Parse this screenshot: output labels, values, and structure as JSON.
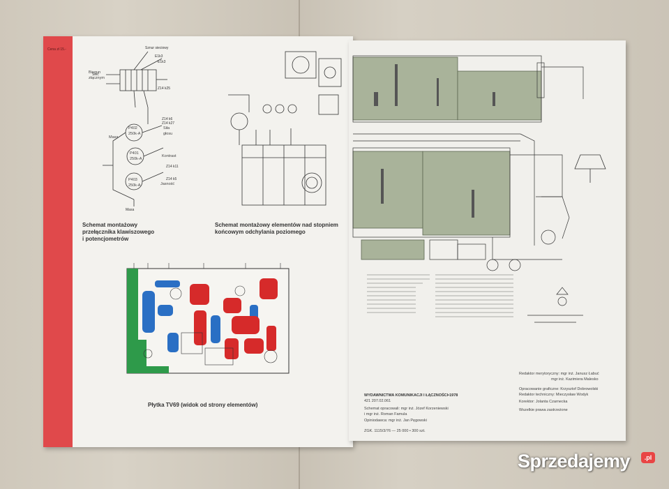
{
  "left_page": {
    "corner_text": "Cena\nzł 15.-",
    "caption_switch": "Schemat montażowy\nprzełącznika klawiszowego\ni potencjometrów",
    "caption_deflection": "Schemat montażowy elementów nad stopniem\nkońcowym odchylania poziomego",
    "caption_board": "Płytka TV69 (widok od strony elementów)",
    "labels": {
      "cord": "Sznur sieciowy",
      "mains": "Sieć",
      "terminal": "Biegun\nzłącznym",
      "p402": "P402\n250k-A",
      "p401": "P401\n250k-A",
      "p403": "P403\n250k-A",
      "volume": "Siła\ngłosu",
      "contrast": "Kontrast",
      "brightness": "Jasność",
      "mass1": "Masa",
      "mass2": "Masa"
    }
  },
  "right_page": {
    "publisher": "WYDAWNICTWA KOMUNIKACJI I ŁĄCZNOŚCI•1978",
    "code": "421 207.02.061",
    "author1": "Schemat opracowali: mgr inż. Józef Korzeniewski",
    "author2": "i mgr inż. Roman Famula",
    "reviewer": "Opiniodawca: mgr inż. Jan Pęgowski",
    "print_info": "ZGK. 1115/3/76 — 25 000 • 300 szt.",
    "editor": "Redaktor merytoryczny: mgr inż. Janusz Łabuć",
    "editor2": "mgr inż. Kazimiera Malesko",
    "graphic": "Opracowanie graficzne: Krzysztof Dobrowolski",
    "tech_editor": "Redaktor techniczny: Mieczysław Wodyk",
    "corrector": "Korektor: Jolanta Czarnecka",
    "rights": "Wszelkie prawa zastrzeżone"
  },
  "watermark": {
    "text": "Sprzedajemy",
    "badge": ".pl"
  }
}
